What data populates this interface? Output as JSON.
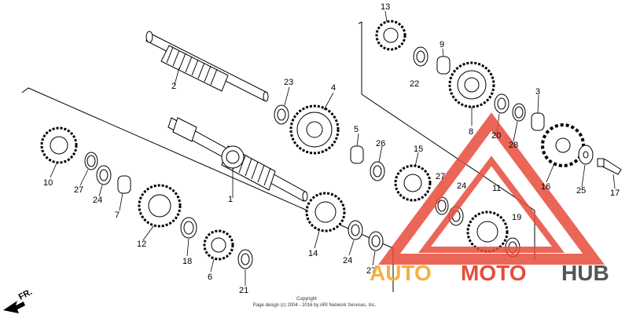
{
  "diagram": {
    "part_numbers": {
      "p1": "1",
      "p2": "2",
      "p3": "3",
      "p4": "4",
      "p5": "5",
      "p6": "6",
      "p7": "7",
      "p8": "8",
      "p9": "9",
      "p10": "10",
      "p11": "11",
      "p12": "12",
      "p13": "13",
      "p14": "14",
      "p15": "15",
      "p16": "16",
      "p17": "17",
      "p18": "18",
      "p19": "19",
      "p20": "20",
      "p21": "21",
      "p22": "22",
      "p23": "23",
      "p24a": "24",
      "p24b": "24",
      "p24c": "24",
      "p25": "25",
      "p26": "26",
      "p27a": "27",
      "p27b": "27",
      "p27c": "27",
      "p28": "28"
    },
    "direction_label": "FR.",
    "copyright_line1": "Copyright",
    "copyright_line2": "Page design (c) 2004 - 2016 by ARI Network Services, Inc.",
    "watermark": {
      "part1": "AUTO",
      "part2": "MOTO",
      "part3": "HUB",
      "color_orange": "#f5b041",
      "color_red": "#e74c3c",
      "color_grey": "#555555"
    },
    "icons": [
      "gear-icon",
      "shaft-icon",
      "washer-icon",
      "bearing-icon",
      "sprocket-icon",
      "bolt-icon",
      "arrow-icon",
      "triangle-logo-icon"
    ]
  }
}
